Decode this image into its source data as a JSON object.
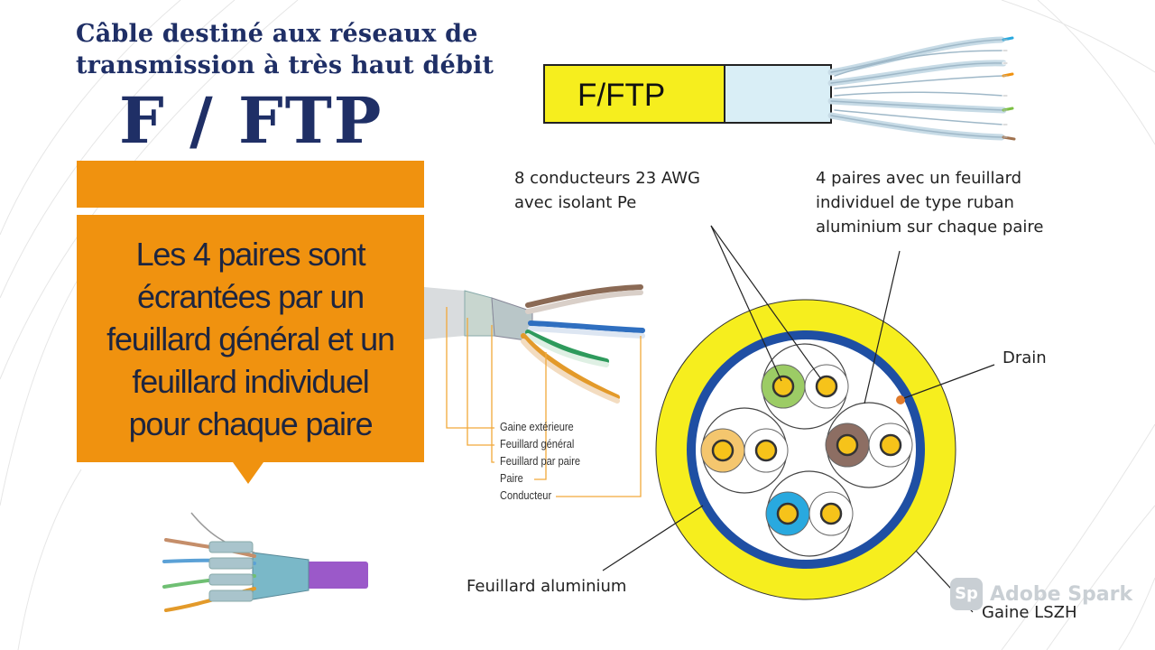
{
  "title": {
    "line1": "Câble destiné aux réseaux de",
    "line2": "transmission à très haut débit",
    "big": "F / FTP"
  },
  "callout": {
    "lines": [
      "Les 4 paires sont",
      "écrantées par un",
      "feuillard général et un",
      "feuillard individuel",
      "pour chaque paire"
    ]
  },
  "cable_label": "F/FTP",
  "annotations": {
    "conductors": [
      "8 conducteurs 23 AWG",
      "avec isolant Pe"
    ],
    "pairs": [
      "4 paires avec un feuillard",
      "individuel de type ruban",
      "aluminium sur chaque paire"
    ],
    "drain": "Drain",
    "foil": "Feuillard aluminium",
    "jacket": "Gaine LSZH"
  },
  "photo_labels": [
    "Gaine extérieure",
    "Feuillard général",
    "Feuillard par paire",
    "Paire",
    "Conducteur"
  ],
  "watermark": {
    "logo": "Sp",
    "text": "Adobe Spark"
  },
  "colors": {
    "title": "#1f2f66",
    "orange": "#f0920f",
    "jacket_yellow": "#f6ee1e",
    "foil_blue": "#1f4fa3",
    "label_orange": "#f2a93a"
  },
  "pair_colors": [
    "#9ccc65",
    "#f4c66e",
    "#8d6e63",
    "#29a9df"
  ]
}
